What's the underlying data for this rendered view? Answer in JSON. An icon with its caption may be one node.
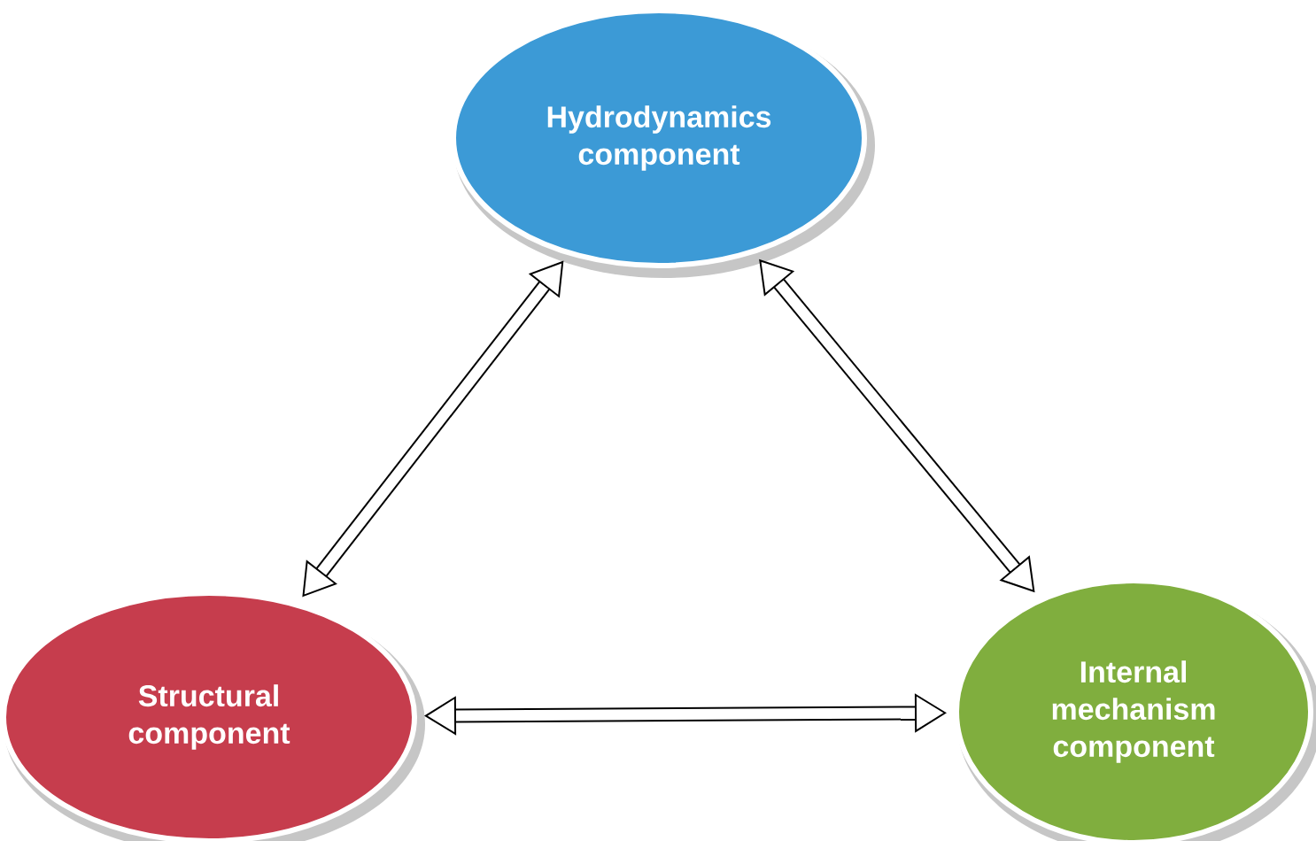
{
  "diagram": {
    "nodes": [
      {
        "text": [
          "Hydrodynamics component"
        ]
      },
      {
        "text": [
          "Structural component"
        ]
      },
      {
        "text": [
          "Internal mechanism component"
        ]
      }
    ],
    "edges": [
      {
        "from": 0,
        "to": 1,
        "arrow": "both"
      },
      {
        "from": 0,
        "to": 2,
        "arrow": "both"
      },
      {
        "from": 1,
        "to": 2,
        "arrow": "both"
      }
    ]
  }
}
